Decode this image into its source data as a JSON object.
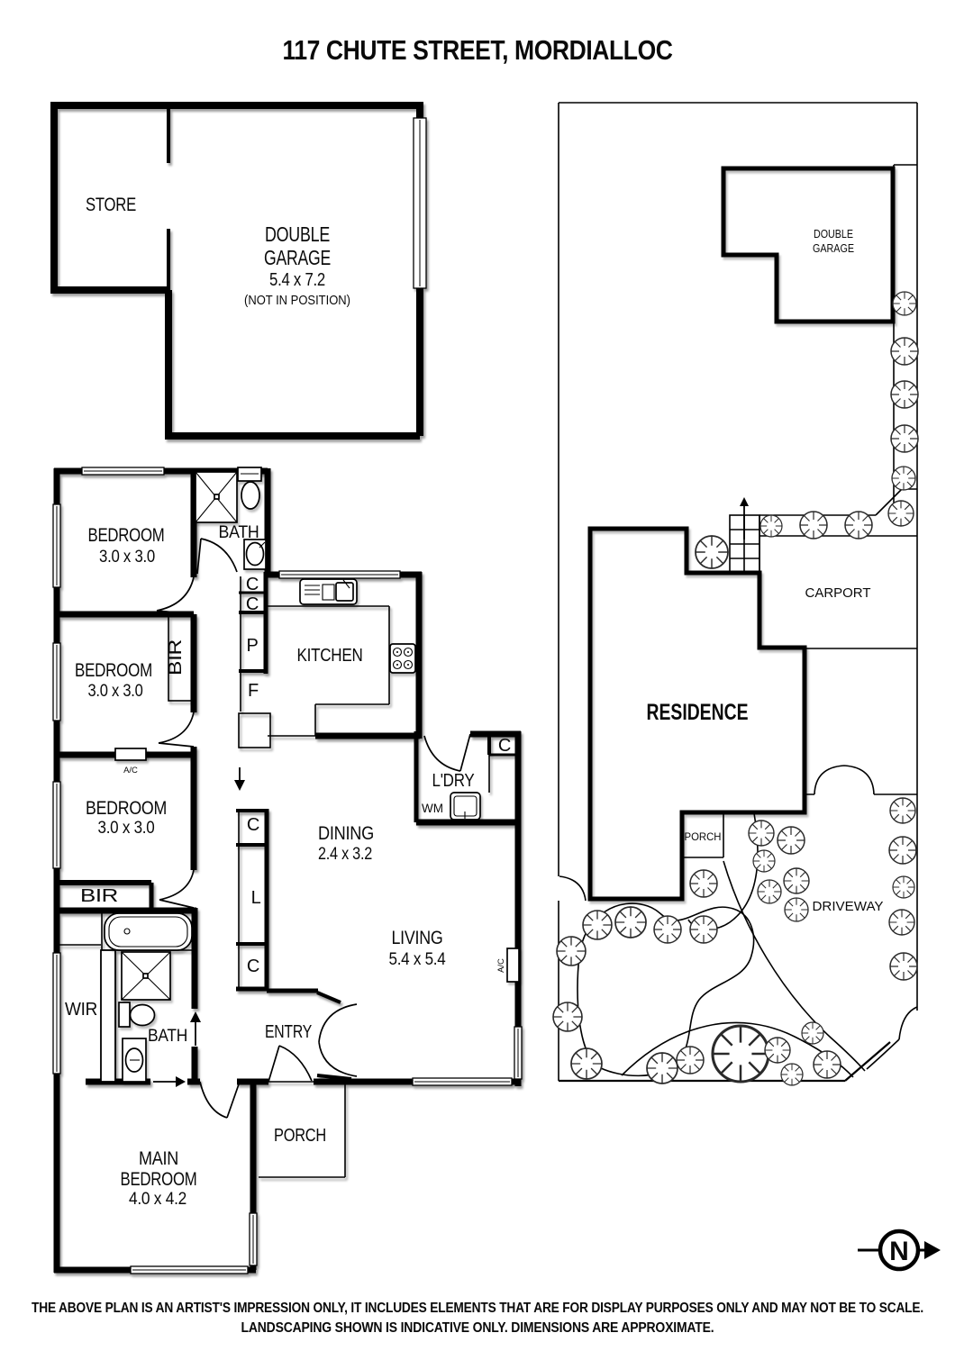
{
  "page": {
    "title": "117 CHUTE STREET, MORDIALLOC"
  },
  "garage_plan": {
    "store": "STORE",
    "garage_line1": "DOUBLE",
    "garage_line2": "GARAGE",
    "garage_dims": "5.4 x 7.2",
    "garage_note": "(NOT IN POSITION)"
  },
  "floor_plan": {
    "bedroom1_name": "BEDROOM",
    "bedroom1_dims": "3.0 x 3.0",
    "bedroom2_name": "BEDROOM",
    "bedroom2_dims": "3.0 x 3.0",
    "bedroom3_name": "BEDROOM",
    "bedroom3_dims": "3.0 x 3.0",
    "main_bedroom_line1": "MAIN",
    "main_bedroom_line2": "BEDROOM",
    "main_bedroom_dims": "4.0 x 4.2",
    "kitchen": "KITCHEN",
    "dining_name": "DINING",
    "dining_dims": "2.4 x 3.2",
    "living_name": "LIVING",
    "living_dims": "5.4 x 5.4",
    "laundry": "L'DRY",
    "wm": "WM",
    "bath_top": "BATH",
    "bath_main": "BATH",
    "entry": "ENTRY",
    "porch": "PORCH",
    "wir": "WIR",
    "bir_bedroom2": "BIR",
    "bir_hall": "BIR",
    "ac_bedroom3": "A/C",
    "ac_living": "A/C",
    "cupboard_c1": "C",
    "cupboard_c2": "C",
    "pantry": "P",
    "fridge": "F",
    "cupboard_c3": "C",
    "linen": "L",
    "cupboard_c4": "C",
    "cupboard_laundry": "C"
  },
  "site_plan": {
    "garage_line1": "DOUBLE",
    "garage_line2": "GARAGE",
    "carport": "CARPORT",
    "residence": "RESIDENCE",
    "porch": "PORCH",
    "driveway": "DRIVEWAY"
  },
  "compass": {
    "north": "N"
  },
  "disclaimer": {
    "line1": "THE ABOVE PLAN IS AN ARTIST'S IMPRESSION ONLY, IT INCLUDES ELEMENTS THAT ARE FOR DISPLAY PURPOSES ONLY AND MAY NOT BE TO SCALE.",
    "line2": "LANDSCAPING SHOWN IS INDICATIVE ONLY. DIMENSIONS ARE APPROXIMATE."
  },
  "colors": {
    "wall": "#000000",
    "background": "#ffffff",
    "text": "#0a0a0a"
  }
}
